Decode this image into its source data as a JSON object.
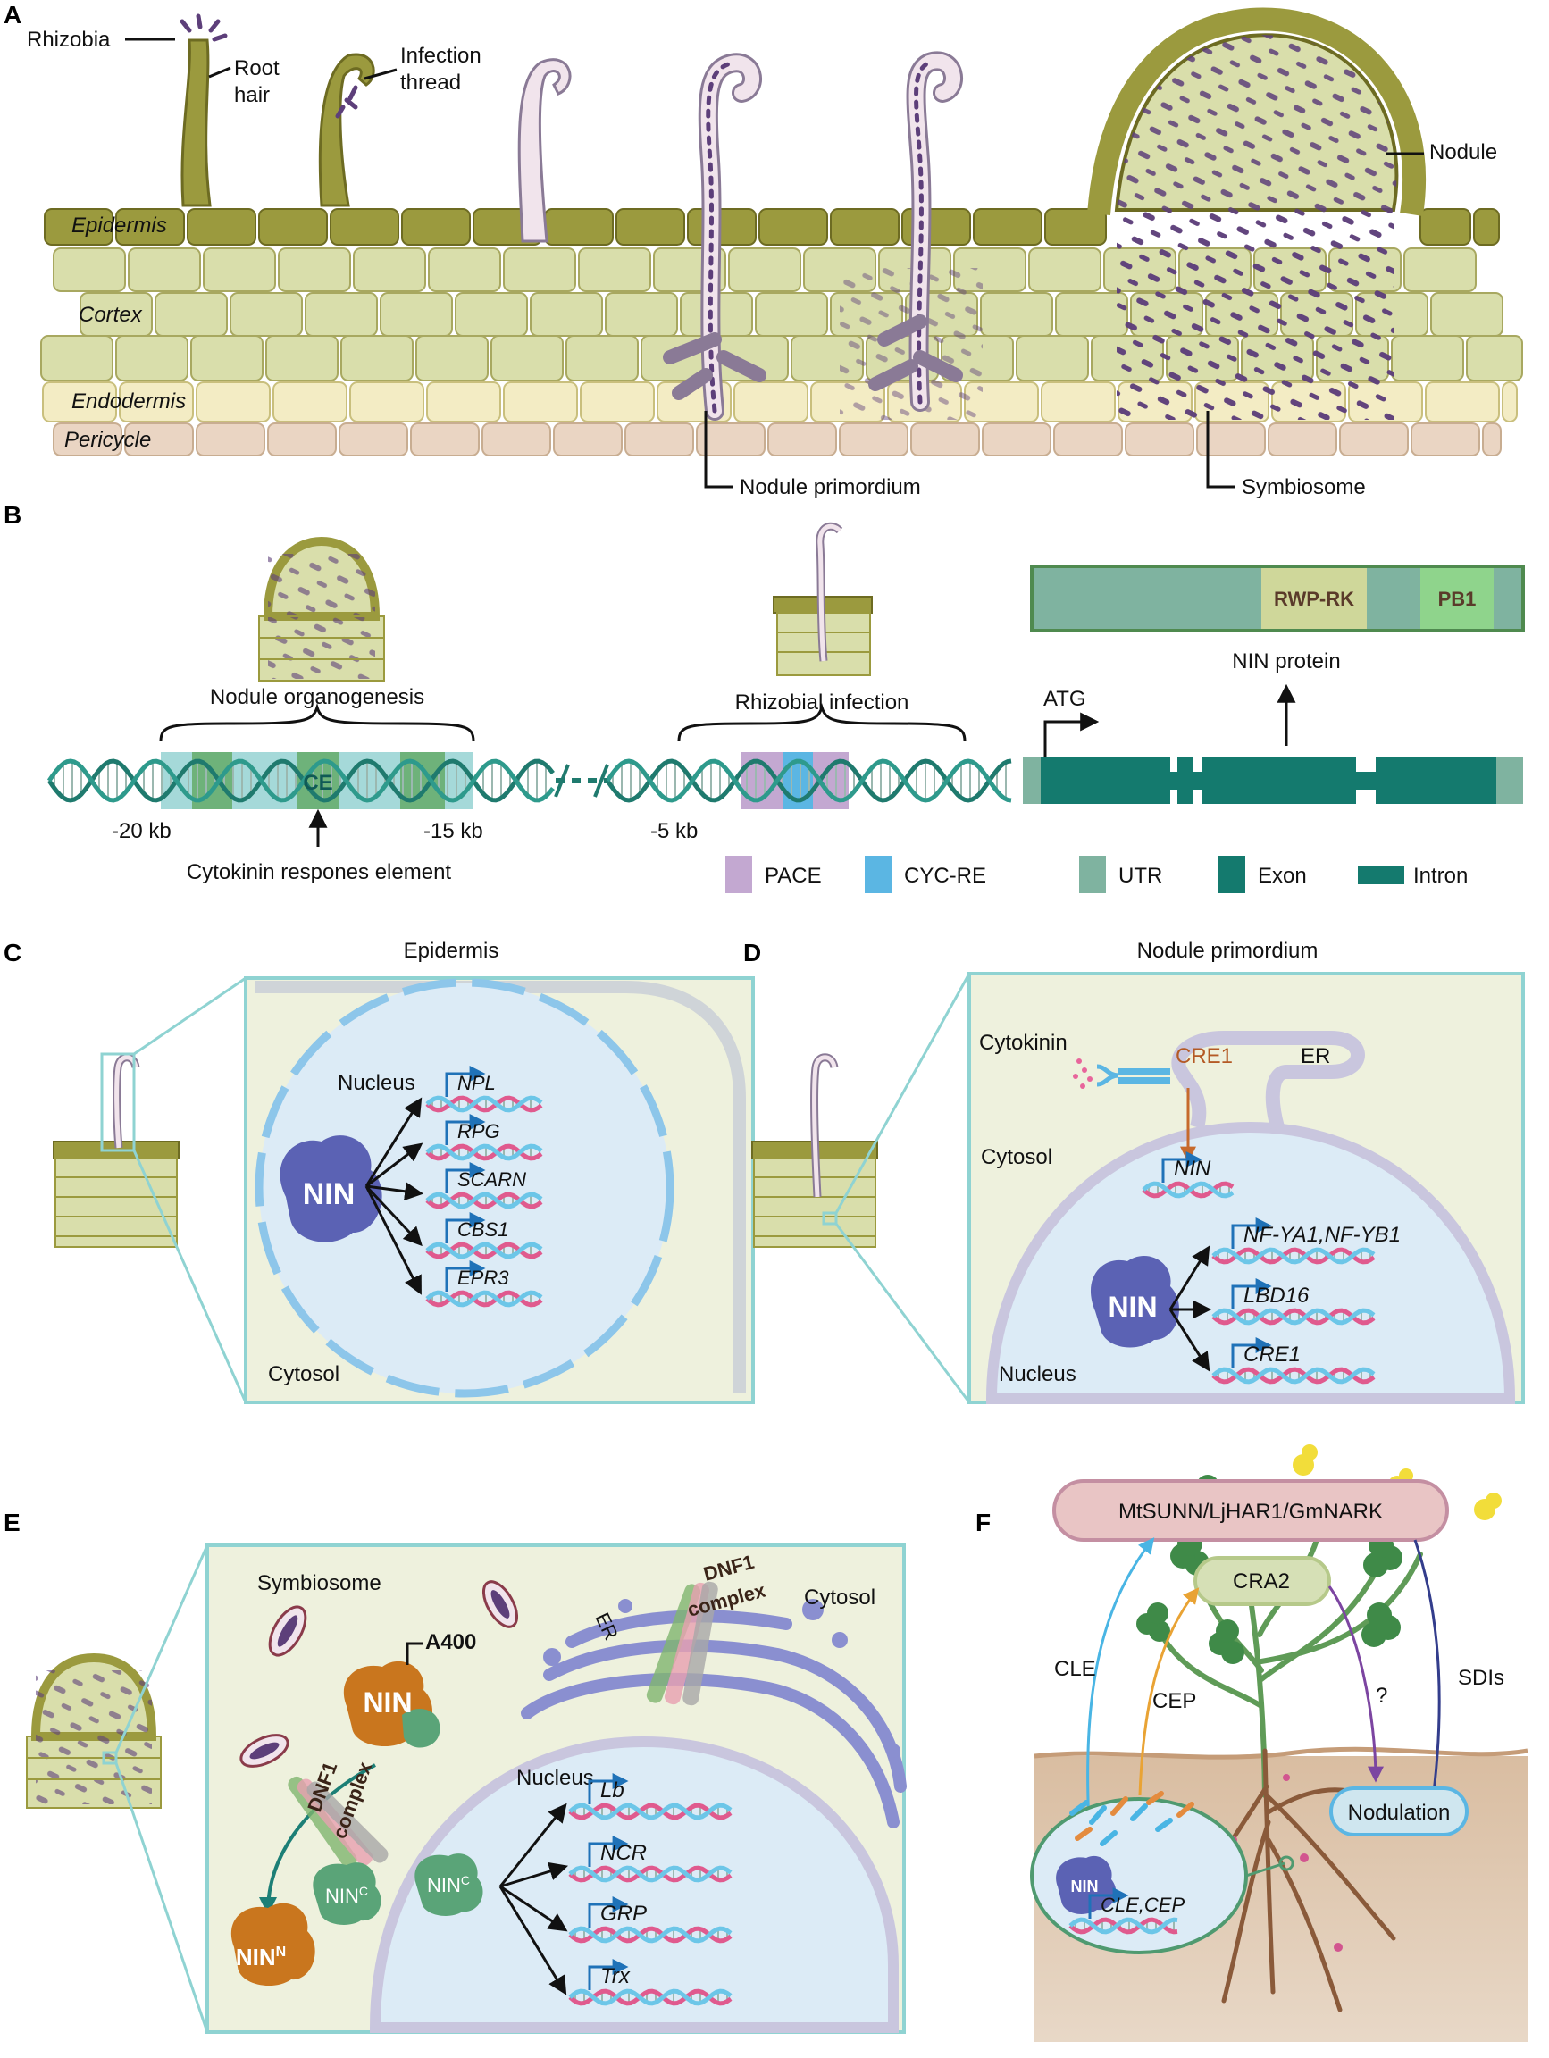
{
  "panels": {
    "a": "A",
    "b": "B",
    "c": "C",
    "d": "D",
    "e": "E",
    "f": "F"
  },
  "panel_a": {
    "rhizobia": "Rhizobia",
    "root_hair_1": "Root",
    "root_hair_2": "hair",
    "infection_thread_1": "Infection",
    "infection_thread_2": "thread",
    "nodule": "Nodule",
    "epidermis": "Epidermis",
    "cortex": "Cortex",
    "endodermis": "Endodermis",
    "pericycle": "Pericycle",
    "nodule_primordium": "Nodule primordium",
    "symbiosome": "Symbiosome"
  },
  "panel_b": {
    "nodule_organogenesis": "Nodule organogenesis",
    "rhizobial_infection": "Rhizobial infection",
    "ce": "CE",
    "kb_20": "-20 kb",
    "kb_15": "-15 kb",
    "kb_5": "-5 kb",
    "cytokinin_element": "Cytokinin respones element",
    "atg": "ATG",
    "rwp_rk": "RWP-RK",
    "pb1": "PB1",
    "nin_protein": "NIN protein",
    "legend": [
      {
        "label": "PACE",
        "color": "#c3a8d1"
      },
      {
        "label": "CYC-RE",
        "color": "#5bb6e3"
      },
      {
        "label": "UTR",
        "color": "#7fb3a0"
      },
      {
        "label": "Exon",
        "color": "#147a6e"
      },
      {
        "label": "Intron",
        "color": "#147a6e"
      }
    ]
  },
  "panel_c": {
    "title": "Epidermis",
    "nucleus": "Nucleus",
    "cytosol": "Cytosol",
    "nin": "NIN",
    "genes": [
      "NPL",
      "RPG",
      "SCARN",
      "CBS1",
      "EPR3"
    ]
  },
  "panel_d": {
    "title": "Nodule primordium",
    "cytokinin": "Cytokinin",
    "cre1": "CRE1",
    "er": "ER",
    "cytosol": "Cytosol",
    "nin_gene": "NIN",
    "nin": "NIN",
    "nucleus": "Nucleus",
    "genes": [
      "NF-YA1,NF-YB1",
      "LBD16",
      "CRE1"
    ]
  },
  "panel_e": {
    "symbiosome": "Symbiosome",
    "cytosol": "Cytosol",
    "er": "ER",
    "dnf1_top_1": "DNF1",
    "dnf1_top_2": "complex",
    "a400": "A400",
    "nin": "NIN",
    "dnf1_mid_1": "DNF1",
    "dnf1_mid_2": "complex",
    "nin_n": "NIN",
    "nin_n_sup": "N",
    "nin_c1": "NIN",
    "nin_c1_sup": "C",
    "nin_c2": "NIN",
    "nin_c2_sup": "C",
    "nucleus": "Nucleus",
    "genes": [
      "Lb",
      "NCR",
      "GRP",
      "Trx"
    ]
  },
  "panel_f": {
    "receptor": "MtSUNN/LjHAR1/GmNARK",
    "cra2": "CRA2",
    "cle": "CLE",
    "cep": "CEP",
    "question": "?",
    "sdis": "SDIs",
    "nodulation": "Nodulation",
    "nin": "NIN",
    "genes": "CLE,CEP"
  },
  "colors": {
    "olive": "#9b9a3e",
    "cortex_fill": "#d9deab",
    "endodermis_fill": "#f3ecc4",
    "pericycle_fill": "#ead5c3",
    "nucleus_fill": "#dcebf6",
    "cell_bg": "#eef1dd",
    "teal_frame": "#8fd3d2",
    "nin_blue": "#5b62b4",
    "nin_orange": "#c9761e",
    "nin_green": "#5aa478",
    "dna_dark": "#1f7a6e",
    "arrow_blue": "#1f72b8"
  }
}
